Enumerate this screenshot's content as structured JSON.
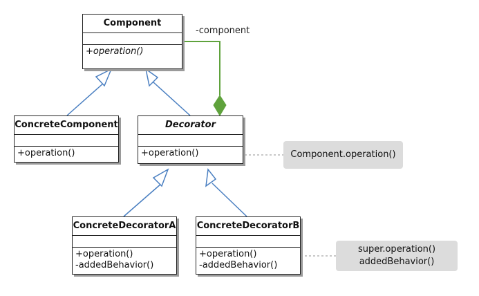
{
  "classes": {
    "component": {
      "name": "Component",
      "operations": [
        "+operation()"
      ]
    },
    "concrete_component": {
      "name": "ConcreteComponent",
      "operations": [
        "+operation()"
      ]
    },
    "decorator": {
      "name": "Decorator",
      "operations": [
        "+operation()"
      ]
    },
    "concrete_decorator_a": {
      "name": "ConcreteDecoratorA",
      "operations": [
        "+operation()",
        "-addedBehavior()"
      ]
    },
    "concrete_decorator_b": {
      "name": "ConcreteDecoratorB",
      "operations": [
        "+operation()",
        "-addedBehavior()"
      ]
    }
  },
  "association": {
    "label": "-component"
  },
  "notes": {
    "decorator_note": [
      "Component.operation()"
    ],
    "decorator_b_note": [
      "super.operation()",
      "addedBehavior()"
    ]
  },
  "colors": {
    "inheritance": "#4a7fc1",
    "aggregation": "#5fa23c",
    "note_bg": "#dcdcdc",
    "note_link": "#c8c8c8"
  }
}
